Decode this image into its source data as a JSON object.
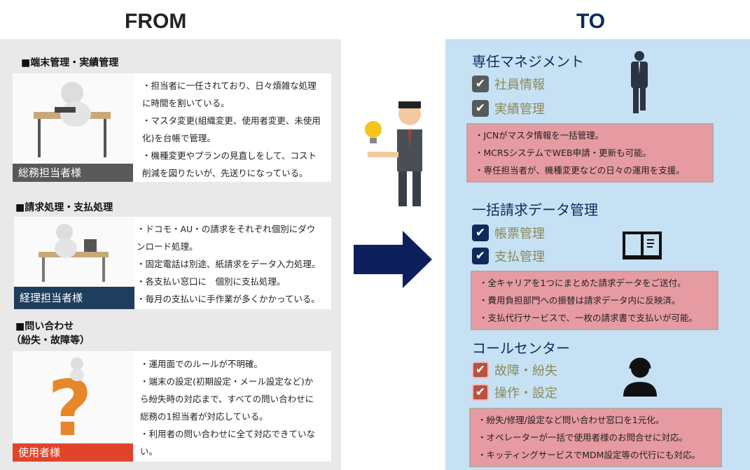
{
  "from_label": "FROM",
  "to_label": "TO",
  "from_sections": [
    {
      "title": "■端末管理・実績管理",
      "tag": "総務担当者様",
      "tag_color": "#595959",
      "lines": [
        "・担当者に一任されており、日々煩雑な処理",
        "に時間を割いている。",
        "・マスタ変更(組織変更、使用者変更、未使用",
        "化)を台帳で管理。",
        "・機種変更やプランの見直しをして、コスト",
        "削減を図りたいが、先送りになっている。"
      ]
    },
    {
      "title": "■請求処理・支払処理",
      "tag": "経理担当者様",
      "tag_color": "#1f3d5c",
      "lines": [
        "・ドコモ・AU・の請求をそれぞれ個別にダウ",
        "ンロード処理。",
        "・固定電話は別途、紙請求をデータ入力処理。",
        "・各支払い窓口に　個別に支払処理。",
        "・毎月の支払いに手作業が多くかかっている。"
      ]
    },
    {
      "title": "■問い合わせ",
      "title2": "（紛失・故障等）",
      "tag": "使用者様",
      "tag_color": "#e0452c",
      "lines": [
        "・運用面でのルールが不明確。",
        "・端末の設定(初期設定・メール設定など)か",
        "ら紛失時の対応まで、すべての問い合わせに",
        "総務の1担当者が対応している。",
        "・利用者の問い合わせに全て対応できていな",
        "い。"
      ]
    }
  ],
  "to_sections": [
    {
      "heading": "専任マネジメント",
      "icon": "businessman-icon",
      "check_color": "#555a5a",
      "checks": [
        "社員情報",
        "実績管理"
      ],
      "lines": [
        "・JCNがマスタ情報を一括管理。",
        "・MCRSシステムでWEB申請・更新も可能。",
        "・専任担当者が、機種変更などの日々の運用を支援。"
      ]
    },
    {
      "heading": "一括請求データ管理",
      "icon": "book-icon",
      "check_color": "#0e2a5c",
      "checks": [
        "帳票管理",
        "支払管理"
      ],
      "lines": [
        "・全キャリアを1つにまとめた請求データをご送付。",
        "・費用負担部門への振替は請求データ内に反映済。",
        "・支払代行サービスで、一枚の請求書で支払いが可能。"
      ]
    },
    {
      "heading": "コールセンター",
      "icon": "headset-operator-icon",
      "check_color": "#b5553f",
      "checks": [
        "故障・紛失",
        "操作・設定"
      ],
      "lines": [
        "・紛失/修理/設定など問い合わせ窓口を1元化。",
        "・オペレーターが一括で使用者様のお問合せに対応。",
        "・キッティングサービスでMDM設定等の代行にも対応。"
      ]
    }
  ],
  "colors": {
    "arrow": "#0d1f5c",
    "pink": "#e69aa1",
    "right_bg": "#c6e1f3",
    "left_bg": "#e9e9e9"
  }
}
